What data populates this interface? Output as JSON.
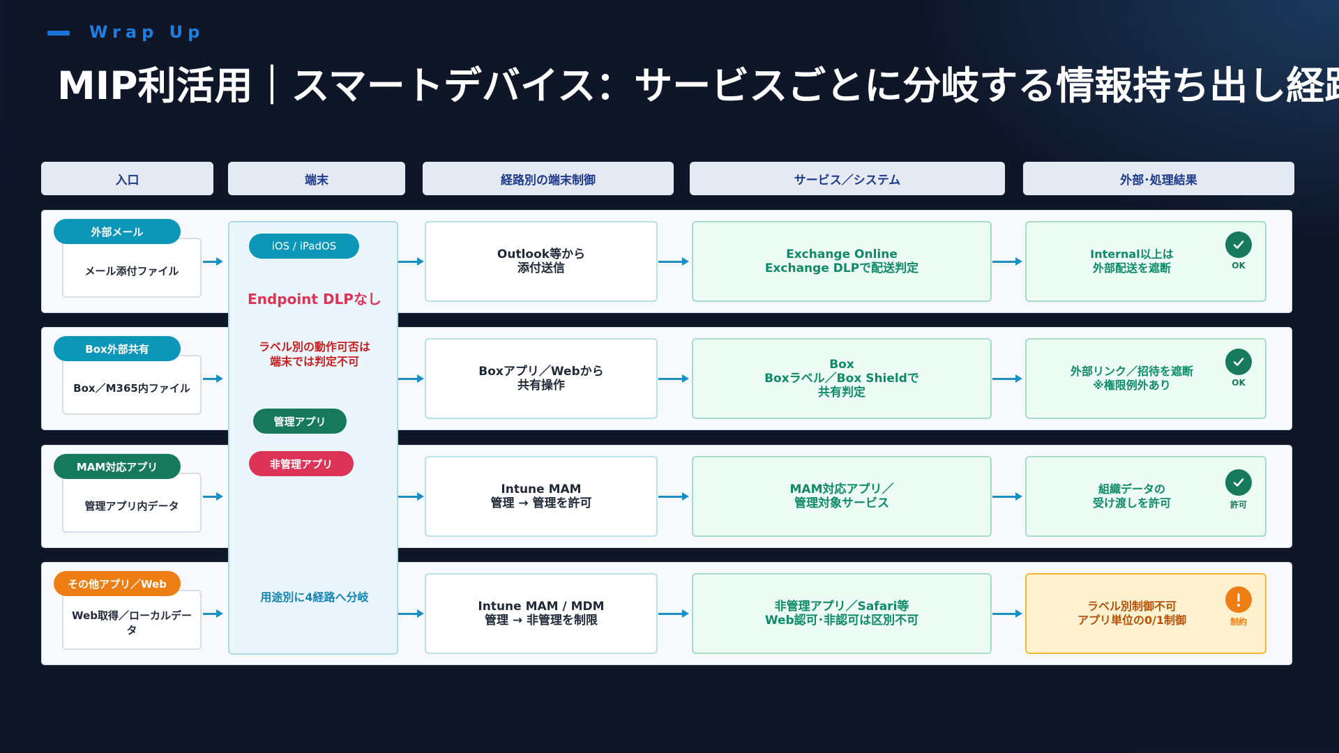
{
  "eyebrow": "Wrap Up",
  "title": "MIP利活用｜スマートデバイス：サービスごとに分岐する情報持ち出し経路",
  "headers": [
    "入口",
    "端末",
    "経路別の端末制御",
    "サービス／システム",
    "外部･処理結果"
  ],
  "device": {
    "os_label": "iOS / iPadOS",
    "dlp": "Endpoint DLPなし",
    "warning_line1": "ラベル別の動作可否は",
    "warning_line2": "端末では判定不可",
    "managed_label": "管理アプリ",
    "unmanaged_label": "非管理アプリ",
    "branch_note": "用途別に4経路へ分岐"
  },
  "rows": [
    {
      "tag": "外部メール",
      "source": "メール添付ファイル",
      "control": [
        "Outlook等から",
        "添付送信"
      ],
      "service": [
        "Exchange Online",
        "Exchange DLPで配送判定"
      ],
      "result": [
        "Internal以上は",
        "外部配送を遮断"
      ],
      "status_label": "OK"
    },
    {
      "tag": "Box外部共有",
      "source": "Box／M365内ファイル",
      "control": [
        "Boxアプリ／Webから",
        "共有操作"
      ],
      "service": [
        "Box",
        "Boxラベル／Box Shieldで",
        "共有判定"
      ],
      "result": [
        "外部リンク／招待を遮断",
        "※権限例外あり"
      ],
      "status_label": "OK"
    },
    {
      "tag": "MAM対応アプリ",
      "source": "管理アプリ内データ",
      "control": [
        "Intune MAM",
        "管理 → 管理を許可"
      ],
      "service": [
        "MAM対応アプリ／",
        "管理対象サービス"
      ],
      "result": [
        "組織データの",
        "受け渡しを許可"
      ],
      "status_label": "許可"
    },
    {
      "tag": "その他アプリ／Web",
      "source": "Web取得／ローカルデータ",
      "control": [
        "Intune MAM / MDM",
        "管理 → 非管理を制限"
      ],
      "service": [
        "非管理アプリ／Safari等",
        "Web認可･非認可は区別不可"
      ],
      "result": [
        "ラベル別制御不可",
        "アプリ単位の0/1制御"
      ],
      "status_label": "制約"
    }
  ],
  "colors": {
    "background": "#0f1628",
    "accent_blue": "#1a73d9",
    "teal_tag": "#0c97b8",
    "green_tag": "#17795c",
    "orange_tag": "#ee7e13",
    "pink": "#dc3357",
    "ok_green": "#15795a",
    "warn_orange": "#ee7e13"
  }
}
